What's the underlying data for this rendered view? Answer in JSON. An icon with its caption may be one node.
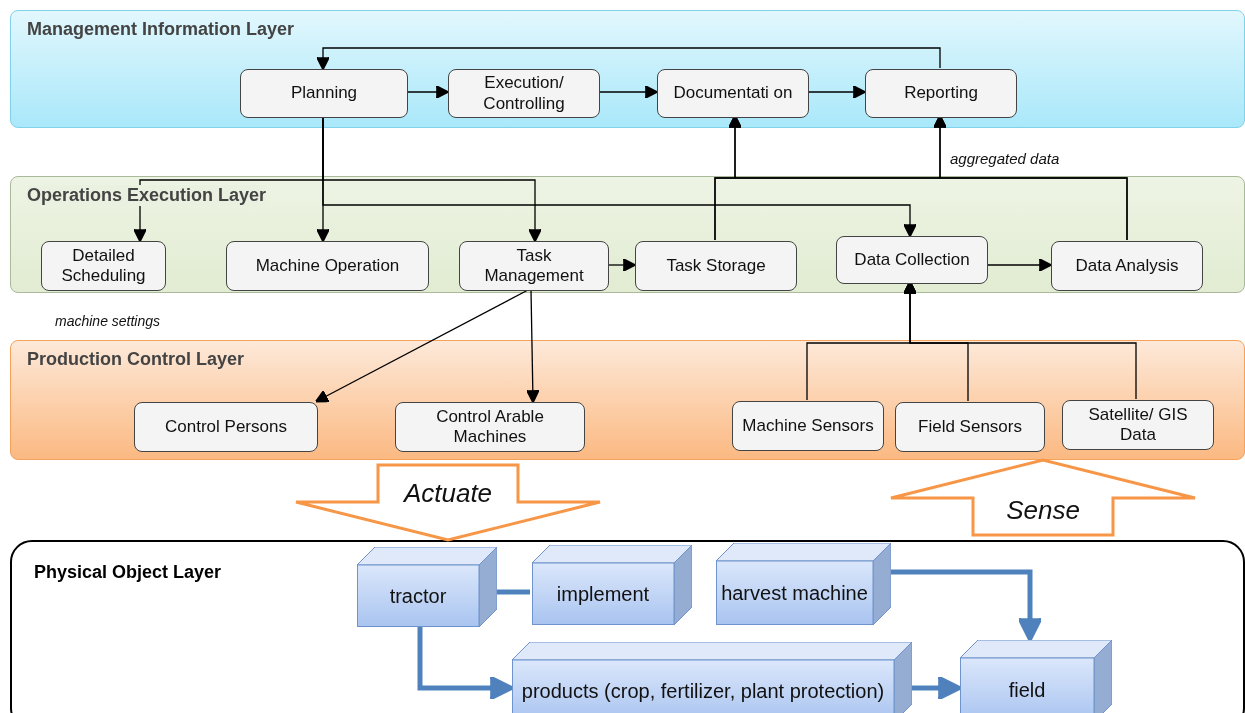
{
  "diagram": {
    "nodes": [
      {
        "text": [
          "Management Information Layer"
        ]
      },
      {
        "text": [
          "Planning"
        ],
        "in": 0
      },
      {
        "text": [
          "Execution/ Controlling"
        ],
        "in": 0
      },
      {
        "text": [
          "Documentati on"
        ],
        "in": 0
      },
      {
        "text": [
          "Reporting"
        ],
        "in": 0
      },
      {
        "text": [
          "Operations Execution Layer"
        ]
      },
      {
        "text": [
          "Detailed Scheduling"
        ],
        "in": 5
      },
      {
        "text": [
          "Machine Operation"
        ],
        "in": 5
      },
      {
        "text": [
          "Task Management"
        ],
        "in": 5
      },
      {
        "text": [
          "Task Storage"
        ],
        "in": 5
      },
      {
        "text": [
          "Data Collection"
        ],
        "in": 5
      },
      {
        "text": [
          "Data Analysis"
        ],
        "in": 5
      },
      {
        "text": [
          "Production Control Layer"
        ]
      },
      {
        "text": [
          "Control Persons"
        ],
        "in": 12
      },
      {
        "text": [
          "Control Arable Machines"
        ],
        "in": 12
      },
      {
        "text": [
          "Machine Sensors"
        ],
        "in": 12
      },
      {
        "text": [
          "Field Sensors"
        ],
        "in": 12
      },
      {
        "text": [
          "Satellite/ GIS Data"
        ],
        "in": 12
      },
      {
        "text": [
          "Physical Object Layer"
        ]
      },
      {
        "text": [
          "tractor"
        ],
        "in": 18
      },
      {
        "text": [
          "implement"
        ],
        "in": 18
      },
      {
        "text": [
          "harvest machine"
        ],
        "in": 18
      },
      {
        "text": [
          "products (crop, fertilizer, plant protection)"
        ],
        "in": 18
      },
      {
        "text": [
          "field"
        ],
        "in": 18
      }
    ],
    "edges": [
      {
        "from": 4,
        "to": 1,
        "arrow": "to"
      },
      {
        "from": 1,
        "to": 2,
        "arrow": "to"
      },
      {
        "from": 2,
        "to": 3,
        "arrow": "to"
      },
      {
        "from": 3,
        "to": 4,
        "arrow": "to"
      },
      {
        "from": 1,
        "to": 6,
        "arrow": "to"
      },
      {
        "from": 1,
        "to": 7,
        "arrow": "to"
      },
      {
        "from": 1,
        "to": 8,
        "arrow": "to"
      },
      {
        "from": 1,
        "to": 10,
        "arrow": "to"
      },
      {
        "from": 8,
        "to": 9,
        "arrow": "to"
      },
      {
        "from": 9,
        "to": 3,
        "arrow": "to"
      },
      {
        "from": 9,
        "to": 4,
        "arrow": "to"
      },
      {
        "from": 11,
        "to": 3,
        "arrow": "to"
      },
      {
        "from": 11,
        "to": 4,
        "arrow": "to",
        "label": "aggregated data"
      },
      {
        "from": 10,
        "to": 11,
        "arrow": "to"
      },
      {
        "from": 8,
        "to": 13,
        "arrow": "to"
      },
      {
        "from": 8,
        "to": 14,
        "arrow": "to"
      },
      {
        "from": 15,
        "to": 10,
        "arrow": "to"
      },
      {
        "from": 16,
        "to": 10,
        "arrow": "to"
      },
      {
        "from": 17,
        "to": 10,
        "arrow": "to"
      },
      {
        "from": 12,
        "to": 18,
        "arrow": "to",
        "label": "Actuate",
        "style": "thick",
        "color": "#f79646"
      },
      {
        "from": 18,
        "to": 12,
        "arrow": "to",
        "label": "Sense",
        "style": "thick",
        "color": "#f79646"
      },
      {
        "from": 19,
        "to": 20,
        "arrow": "none",
        "style": "thick",
        "color": "#4f81bd"
      },
      {
        "from": 19,
        "to": 22,
        "arrow": "to",
        "style": "thick",
        "color": "#4f81bd"
      },
      {
        "from": 21,
        "to": 23,
        "arrow": "to",
        "style": "thick",
        "color": "#4f81bd"
      },
      {
        "from": 22,
        "to": 23,
        "arrow": "to",
        "style": "thick",
        "color": "#4f81bd"
      }
    ],
    "labels": [
      "machine settings"
    ]
  }
}
